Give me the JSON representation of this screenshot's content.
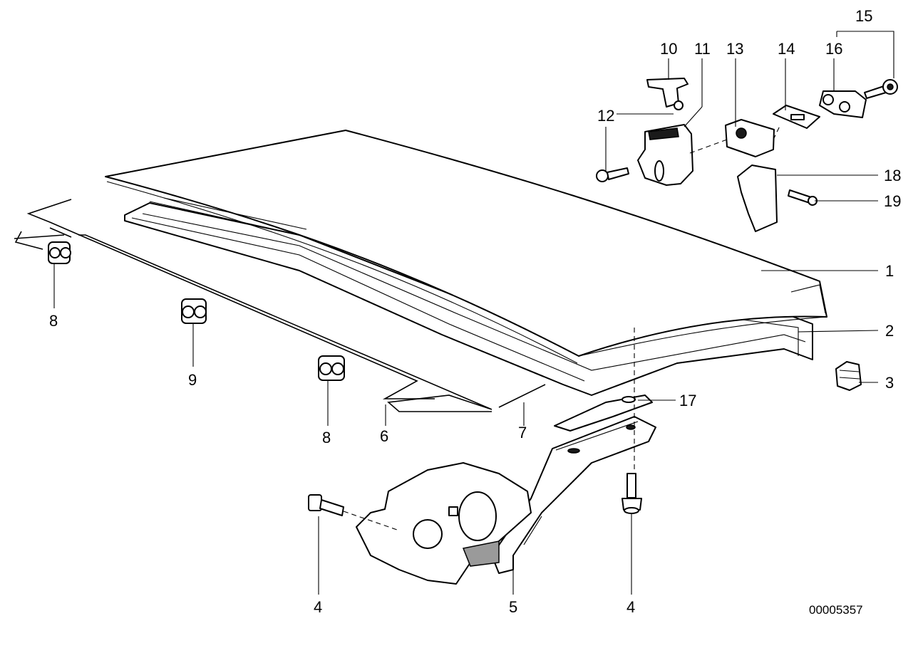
{
  "labels": {
    "l1": "1",
    "l2": "2",
    "l3": "3",
    "l4a": "4",
    "l4b": "4",
    "l5": "5",
    "l6": "6",
    "l7": "7",
    "l8a": "8",
    "l8b": "8",
    "l9": "9",
    "l10": "10",
    "l11": "11",
    "l12": "12",
    "l13": "13",
    "l14": "14",
    "l15": "15",
    "l16": "16",
    "l17": "17",
    "l18": "18",
    "l19": "19"
  },
  "reference_number": "00005357"
}
